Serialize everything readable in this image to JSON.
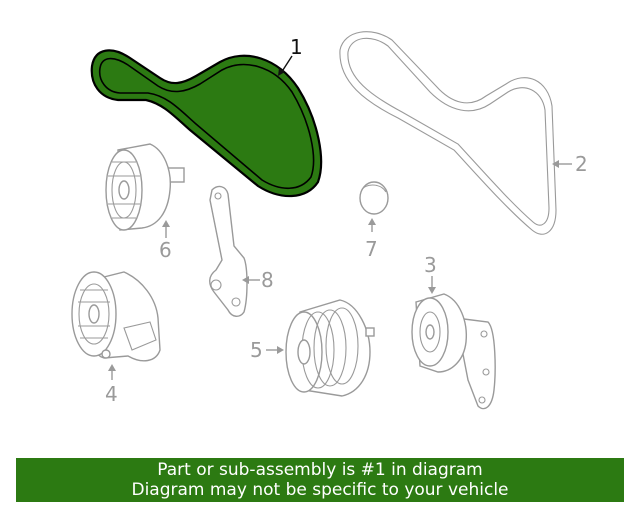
{
  "callouts": {
    "c1": "1",
    "c2": "2",
    "c3": "3",
    "c4": "4",
    "c5": "5",
    "c6": "6",
    "c7": "7",
    "c8": "8"
  },
  "banner": {
    "line1": "Part or sub-assembly is #1 in diagram",
    "line2": "Diagram may not be specific to your vehicle"
  },
  "colors": {
    "highlight": "#2c7a12",
    "line": "#9a9a9a",
    "banner_bg": "#2c7a12",
    "banner_text": "#ffffff"
  }
}
